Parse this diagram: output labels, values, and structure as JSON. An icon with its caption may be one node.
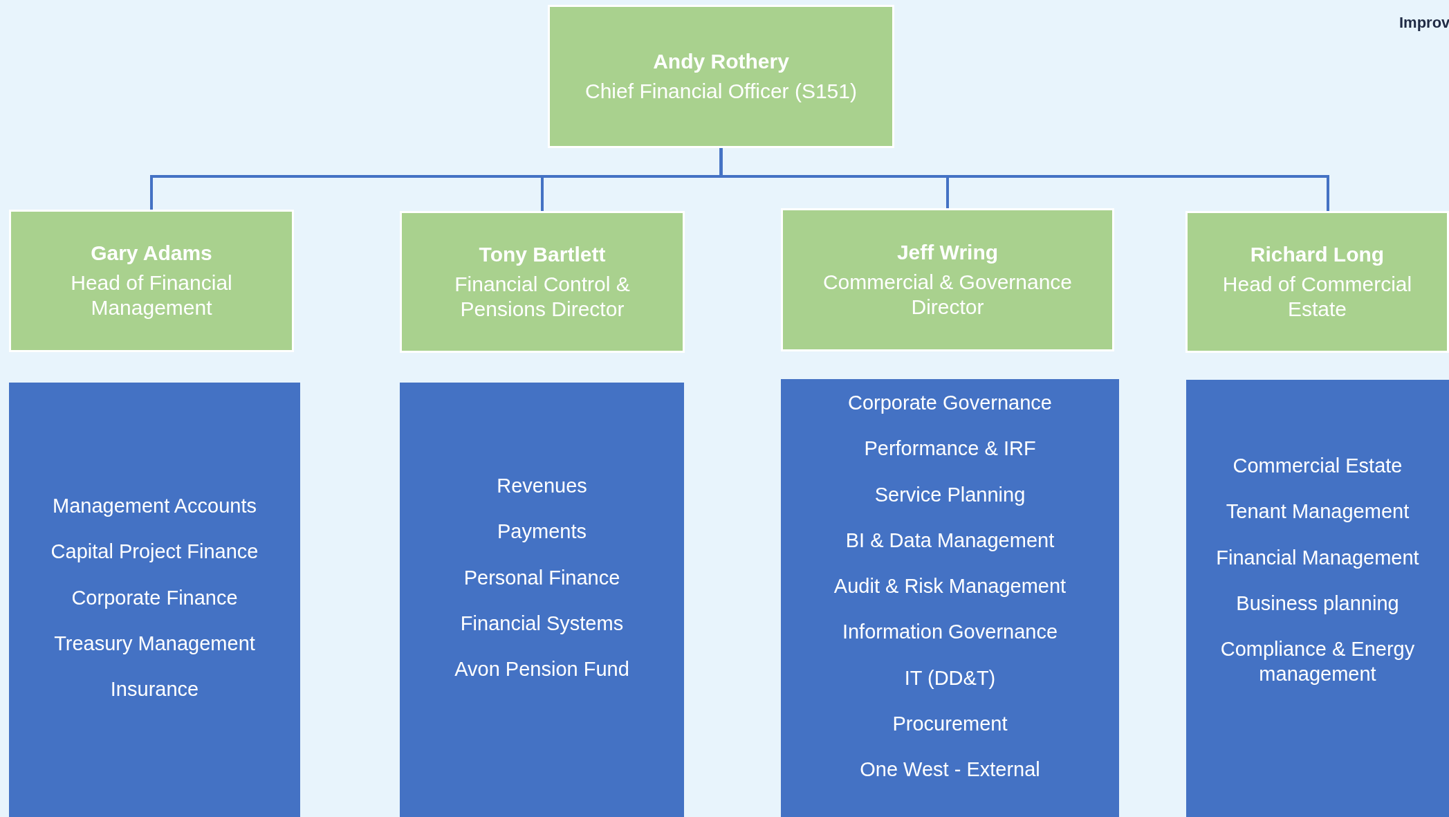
{
  "diagram": {
    "nodes": [
      {
        "text": [
          "Andy Rothery",
          "Chief Financial Officer (S151)"
        ]
      },
      {
        "text": [
          "Gary Adams",
          "Head of Financial Management"
        ]
      },
      {
        "text": [
          "Tony Bartlett",
          "Financial Control & Pensions Director"
        ]
      },
      {
        "text": [
          "Jeff Wring",
          "Commercial & Governance Director"
        ]
      },
      {
        "text": [
          "Richard Long",
          "Head of Commercial Estate"
        ]
      },
      {
        "text": [
          "Management Accounts",
          "Capital Project Finance",
          "Corporate Finance",
          "Treasury Management",
          "Insurance"
        ]
      },
      {
        "text": [
          "Revenues",
          "Payments",
          "Personal Finance",
          "Financial Systems",
          "Avon Pension Fund"
        ]
      },
      {
        "text": [
          "Corporate Governance",
          "Performance & IRF",
          "Service Planning",
          "BI & Data Management",
          "Audit & Risk Management",
          "Information Governance",
          "IT (DD&T)",
          "Procurement",
          "One West - External"
        ]
      },
      {
        "text": [
          "Commercial Estate",
          "Tenant Management",
          "Financial Management",
          "Business planning",
          "Compliance & Energy management"
        ]
      }
    ],
    "edges": [
      {
        "from": 0,
        "to": 1,
        "arrow": "none"
      },
      {
        "from": 0,
        "to": 2,
        "arrow": "none"
      },
      {
        "from": 0,
        "to": 3,
        "arrow": "none"
      },
      {
        "from": 0,
        "to": 4,
        "arrow": "none"
      }
    ],
    "labels": [
      "Improv"
    ]
  }
}
